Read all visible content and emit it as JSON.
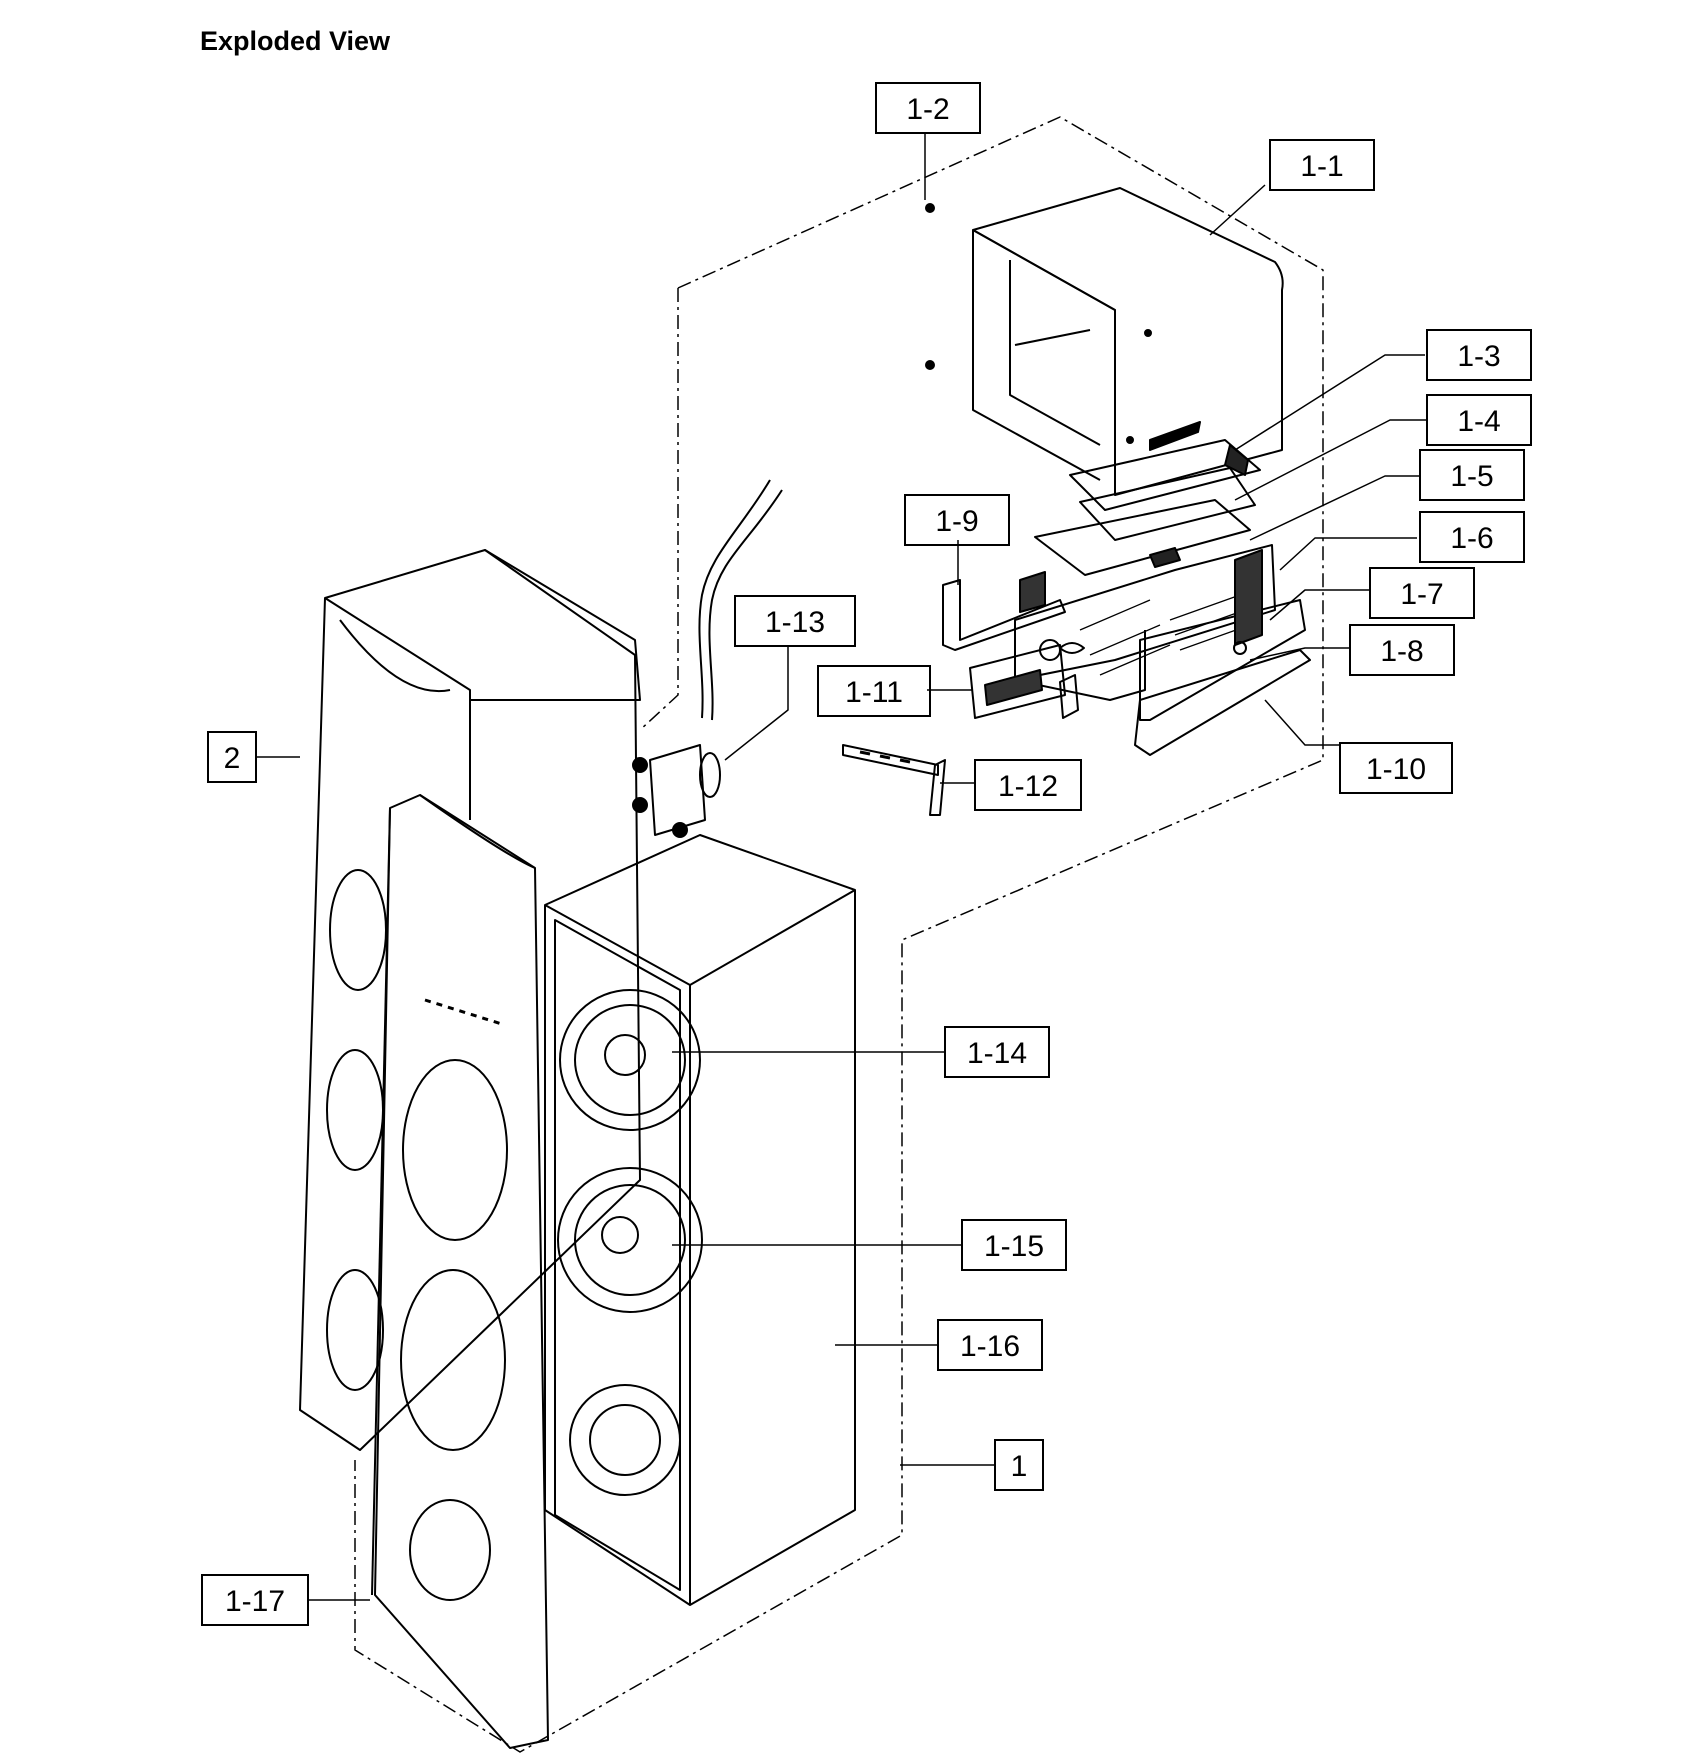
{
  "title": "Exploded View",
  "callouts": [
    {
      "id": "1-2"
    },
    {
      "id": "1-1"
    },
    {
      "id": "1-3"
    },
    {
      "id": "1-4"
    },
    {
      "id": "1-5"
    },
    {
      "id": "1-9"
    },
    {
      "id": "1-6"
    },
    {
      "id": "1-7"
    },
    {
      "id": "1-13"
    },
    {
      "id": "1-8"
    },
    {
      "id": "1-11"
    },
    {
      "id": "2"
    },
    {
      "id": "1-10"
    },
    {
      "id": "1-12"
    },
    {
      "id": "1-14"
    },
    {
      "id": "1-15"
    },
    {
      "id": "1-16"
    },
    {
      "id": "1"
    },
    {
      "id": "1-17"
    }
  ]
}
